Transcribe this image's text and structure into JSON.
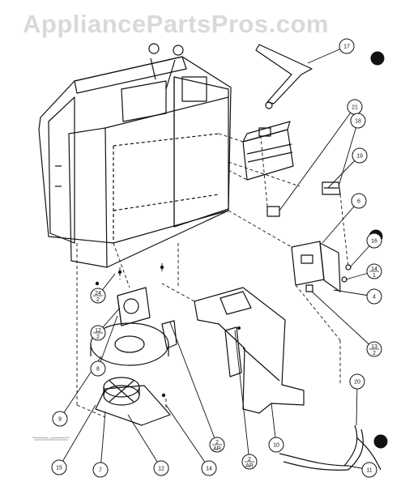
{
  "watermark": "AppliancePartsPros.com",
  "callouts": [
    {
      "label": "17",
      "bottom": null
    },
    {
      "label": "21",
      "bottom": null
    },
    {
      "label": "18",
      "bottom": null
    },
    {
      "label": "19",
      "bottom": null
    },
    {
      "label": "6",
      "bottom": null
    },
    {
      "label": "16",
      "bottom": null
    },
    {
      "label": "14",
      "bottom": "1"
    },
    {
      "label": "4",
      "bottom": null
    },
    {
      "label": "13",
      "bottom": "2"
    },
    {
      "label": "24",
      "bottom": "2"
    },
    {
      "label": "12",
      "bottom": "2"
    },
    {
      "label": "8",
      "bottom": null
    },
    {
      "label": "9",
      "bottom": null
    },
    {
      "label": "2",
      "bottom": "AR"
    },
    {
      "label": "2",
      "bottom": "AR"
    },
    {
      "label": "10",
      "bottom": null
    },
    {
      "label": "20",
      "bottom": null
    },
    {
      "label": "11",
      "bottom": null
    },
    {
      "label": "14",
      "bottom": null
    },
    {
      "label": "12",
      "bottom": null
    },
    {
      "label": "7",
      "bottom": null
    },
    {
      "label": "15",
      "bottom": null
    }
  ],
  "colors": {
    "ink": "#111111",
    "watermark": "#d9d9d9"
  }
}
